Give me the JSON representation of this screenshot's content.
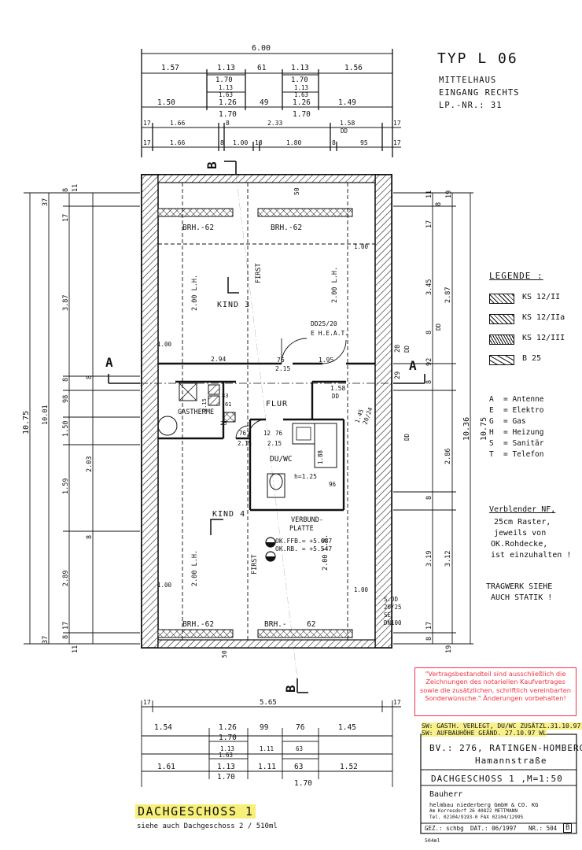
{
  "header": {
    "type": "TYP L 06",
    "line1": "MITTELHAUS",
    "line2": "EINGANG RECHTS",
    "line3": "LP.-NR.: 31"
  },
  "dimensions_top": {
    "overall": "6.00",
    "r1": [
      "1.57",
      "1.13",
      "61",
      "1.13",
      "1.56"
    ],
    "r1_sub": [
      "1.70",
      "1.13",
      "1.63",
      "1.70",
      "1.13",
      "1.63"
    ],
    "r2": [
      "1.50",
      "1.26",
      "49",
      "1.26",
      "1.49"
    ],
    "r2_sub": [
      "1.70",
      "1.70"
    ],
    "r3": [
      "17",
      "1.66",
      "8",
      "2.33",
      "1.58",
      "17"
    ],
    "r3_dd": "DD",
    "r4": [
      "17",
      "1.66",
      "8",
      "1.00",
      "18",
      "1.80",
      "8",
      "95",
      "17"
    ]
  },
  "dimensions_left": [
    "8",
    "11",
    "37",
    "17",
    "3.87",
    "8",
    "98",
    "1.50",
    "1.59",
    "2.89",
    "17",
    "8",
    "37",
    "11",
    "10.01",
    "10.75",
    "2.03",
    "8",
    "8"
  ],
  "dimensions_right": [
    "11",
    "19",
    "8",
    "17",
    "2.87",
    "3.45",
    "8",
    "92",
    "20",
    "DD",
    "29",
    "8",
    "2.86",
    "10.36",
    "10.75",
    "3.19",
    "3.12",
    "8",
    "17",
    "8",
    "19",
    "DD",
    "DD"
  ],
  "dimensions_bottom": {
    "r1": [
      "17",
      "5.65",
      "17"
    ],
    "r2": [
      "1.54",
      "1.26",
      "99",
      "76",
      "1.45"
    ],
    "r2_sub": [
      "1.70"
    ],
    "r3": [
      "1.13",
      "1.11",
      "63",
      "1.63"
    ],
    "r4": [
      "1.61",
      "1.13",
      "1.11",
      "63",
      "1.52"
    ],
    "r4_sub": [
      "1.70",
      "1.70"
    ]
  },
  "rooms": {
    "kind3": "KIND 3",
    "kind4": "KIND 4",
    "flur": "FLUR",
    "duwc": "DU/WC",
    "gastherme": "GASTHERME",
    "verbund": "VERBUND-",
    "platte": "PLATTE"
  },
  "plan_labels": {
    "brh_tl": "BRH.-62",
    "brh_tr": "BRH.-62",
    "brh_bl": "BRH.-62",
    "brh_br": "BRH.-",
    "brh_br2": "62",
    "first1": "FIRST",
    "first2": "FIRST",
    "lh1": "2.00 L.H.",
    "lh2": "2.00 L.H.",
    "lh3": "2.00 L.H.",
    "lh4": "2.00 L.H.",
    "d100a": "1.00",
    "d100b": "1.00",
    "d100c": "1.00",
    "d100d": "1.00",
    "d50top": "50",
    "d50bot": "50",
    "dd25": "DD25/20",
    "ehea": "E H.E.A.T.",
    "d294": "2.94",
    "d76a": "76",
    "d215a": "2.15",
    "d195": "1.95",
    "d158": "1.58",
    "dd": "DD",
    "d76b": "76",
    "d12": "12",
    "d76c": "76",
    "d215b": "2.15",
    "d215c": "2.15",
    "d188": "1.88",
    "h125": "h=1.25",
    "d96": "96",
    "okffb": "OK.FFB.= +5.687",
    "okrb": "OK.RB. = +5.547",
    "sdd": "S.DD",
    "d2025": "20/25",
    "se": "SE",
    "dn100": "DN100",
    "d145": "1.45",
    "d2024": "20/24",
    "d215d": "2.15",
    "d25": "25",
    "d83": "83",
    "d61": "61",
    "section_a_left": "A",
    "section_a_right": "A",
    "section_b_top": "B",
    "section_b_bottom": "B"
  },
  "legend": {
    "title": "LEGENDE :",
    "items": [
      {
        "code": "KS 12/II"
      },
      {
        "code": "KS 12/IIa"
      },
      {
        "code": "KS 12/III"
      },
      {
        "code": "B 25"
      }
    ],
    "abbreviations": [
      {
        "k": "A",
        "v": "= Antenne"
      },
      {
        "k": "E",
        "v": "= Elektro"
      },
      {
        "k": "G",
        "v": "= Gas"
      },
      {
        "k": "H",
        "v": "= Heizung"
      },
      {
        "k": "S",
        "v": "= Sanitär"
      },
      {
        "k": "T",
        "v": "= Telefon"
      }
    ]
  },
  "notes": {
    "verblender1": "Verblender NF,",
    "verblender2": "25cm Raster,",
    "verblender3": "jeweils von",
    "verblender4": "OK.Rohdecke,",
    "verblender5": "ist einzuhalten !",
    "tragwerk1": "TRAGWERK SIEHE",
    "tragwerk2": "AUCH STATIK !"
  },
  "stamp": {
    "text": "\"Vertragsbestandteil sind ausschließlich die Zeichnungen des notariellen Kaufvertrages sowie die zusätzlichen, schriftlich vereinbarten Sonderwünsche.\" Änderungen vorbehalten!"
  },
  "revisions": {
    "r1": "SW: GASTH. VERLEGT, DU/WC ZUSÄTZL.31.10.97 WL",
    "r2": "SW: AUFBAUHÖHE GEÄND.            27.10.97 WL"
  },
  "titleblock": {
    "project1": "BV.: 276, RATINGEN-HOMBERG",
    "project2": "Hamannstraße",
    "floor": "DACHGESCHOSS 1 ,M=1:50",
    "owner_label": "Bauherr",
    "owner1": "helmbau niederberg GmbH & CO. KG",
    "owner2": "Am Korresdorf 26           40822 METTMANN",
    "owner3": "Tel. 02104/9193-0          FAX 02104/12995",
    "gez": "GEZ.: schbg",
    "dat": "DAT.: 06/1997",
    "nr": "NR.: 504",
    "rev": "B",
    "code": "504ml"
  },
  "footer": {
    "title": "DACHGESCHOSS 1",
    "sub": "siehe auch Dachgeschoss 2 / 510ml"
  }
}
